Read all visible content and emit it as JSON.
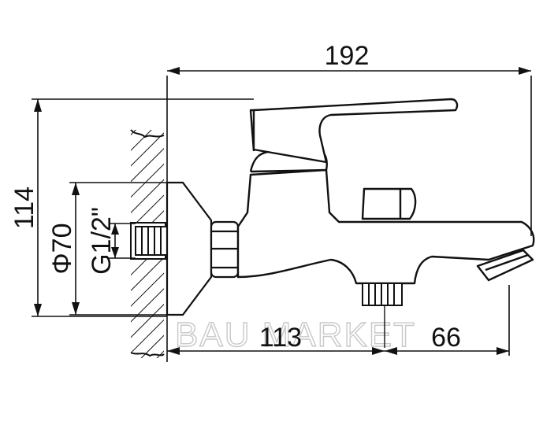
{
  "drawing": {
    "dims": {
      "overall_length": "192",
      "height": "114",
      "flange_diameter": "Φ70",
      "thread": "G1/2\"",
      "wall_to_outlet": "113",
      "outlet_to_spout": "66"
    },
    "watermark": "BAU MARKET"
  },
  "colors": {
    "line": "#111111",
    "watermark": "#c8c8c8"
  }
}
